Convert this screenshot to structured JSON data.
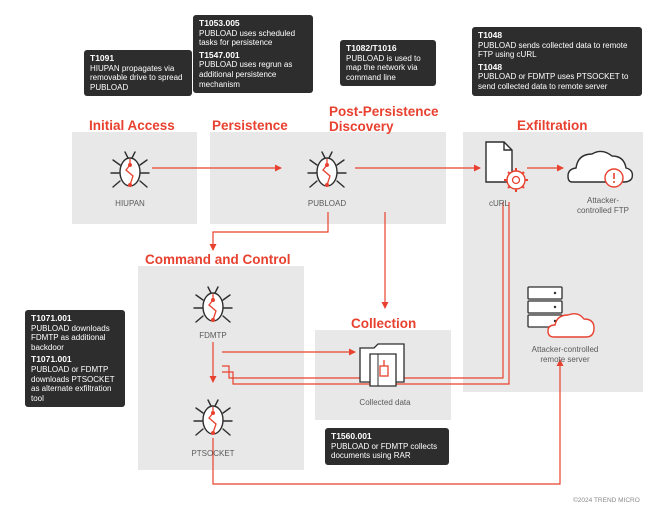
{
  "stages": {
    "initial_access": "Initial Access",
    "persistence": "Persistence",
    "post_persistence": "Post-Persistence\nDiscovery",
    "exfiltration": "Exfiltration",
    "command_and_control": "Command and Control",
    "collection": "Collection"
  },
  "nodes": {
    "hiupan": "HIUPAN",
    "pubload": "PUBLOAD",
    "curl": "cURL",
    "attacker_ftp": "Attacker-\ncontrolled FTP",
    "fdmtp": "FDMTP",
    "ptsocket": "PTSOCKET",
    "collected_data": "Collected data",
    "remote_server": "Attacker-controlled\nremote server"
  },
  "notes": {
    "t1091": {
      "id": "T1091",
      "text": "HIUPAN propagates via removable drive to spread PUBLOAD"
    },
    "persistence_1": {
      "id": "T1053.005",
      "text": "PUBLOAD uses scheduled tasks for persistence"
    },
    "persistence_2": {
      "id": "T1547.001",
      "text": "PUBLOAD uses regrun as additional persistence mechanism"
    },
    "discovery": {
      "id": "T1082/T1016",
      "text": "PUBLOAD is used to map the network via command line"
    },
    "exfil_1": {
      "id": "T1048",
      "text": "PUBLOAD sends collected data to remote FTP using cURL"
    },
    "exfil_2": {
      "id": "T1048",
      "text": "PUBLOAD or FDMTP uses PTSOCKET to send collected data to remote server"
    },
    "c2_1": {
      "id": "T1071.001",
      "text": "PUBLOAD downloads FDMTP as additional backdoor"
    },
    "c2_2": {
      "id": "T1071.001",
      "text": "PUBLOAD or FDMTP downloads PTSOCKET as alternate exfiltration tool"
    },
    "collection": {
      "id": "T1560.001",
      "text": "PUBLOAD or FDMTP collects documents using RAR"
    }
  },
  "credit": "©2024 TREND MICRO",
  "colors": {
    "accent": "#e8412f",
    "panel": "#e8e8e8",
    "note_bg": "#2d2d2d",
    "line": "#4a4a4a"
  },
  "icons": [
    "bug-icon",
    "document-gear-icon",
    "cloud-alert-icon",
    "folder-file-icon",
    "server-cloud-icon"
  ]
}
